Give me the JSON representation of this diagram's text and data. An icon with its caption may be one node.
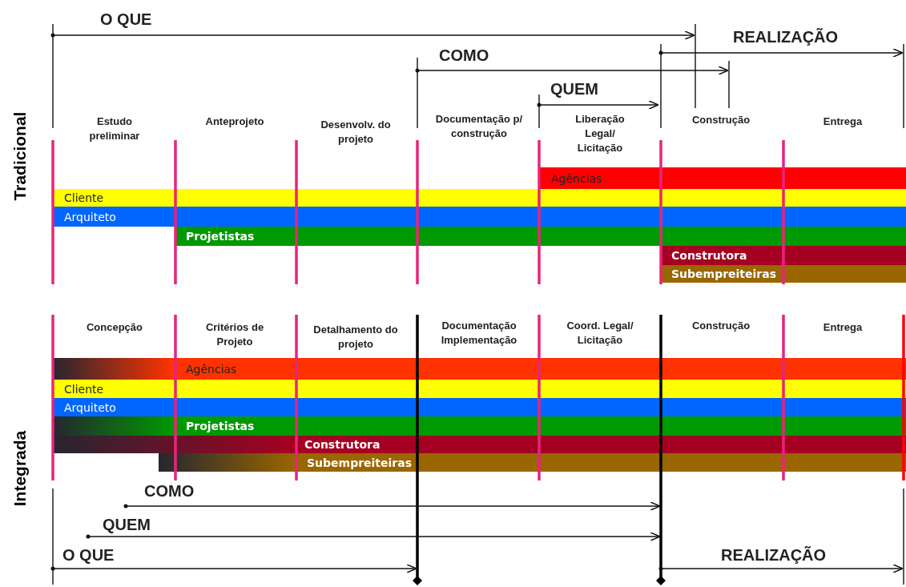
{
  "diagram": {
    "nodes": [
      {
        "text": [
          "Agências"
        ]
      },
      {
        "text": [
          "Cliente"
        ]
      },
      {
        "text": [
          "Arquiteto"
        ]
      },
      {
        "text": [
          "Projetistas"
        ]
      },
      {
        "text": [
          "Construtora"
        ]
      },
      {
        "text": [
          "Subempreiteiras"
        ]
      },
      {
        "text": [
          "Agências"
        ]
      },
      {
        "text": [
          "Cliente"
        ]
      },
      {
        "text": [
          "Arquiteto"
        ]
      },
      {
        "text": [
          "Projetistas"
        ]
      },
      {
        "text": [
          "Construtora"
        ]
      },
      {
        "text": [
          "Subempreiteiras"
        ]
      }
    ],
    "labels": [
      "O QUE",
      "REALIZAÇÃO",
      "COMO",
      "QUEM",
      "Tradicional",
      "Estudo preliminar",
      "Anteprojeto",
      "Desenvolv. do projeto",
      "Documentação p/ construção",
      "Liberação Legal/ Licitação",
      "Construção",
      "Entrega",
      "Concepção",
      "Critérios de Projeto",
      "Detalhamento do projeto",
      "Documentação Implementação",
      "Coord. Legal/ Licitação",
      "Construção",
      "Entrega",
      "Integrada",
      "COMO",
      "QUEM",
      "O QUE",
      "REALIZAÇÃO"
    ]
  }
}
